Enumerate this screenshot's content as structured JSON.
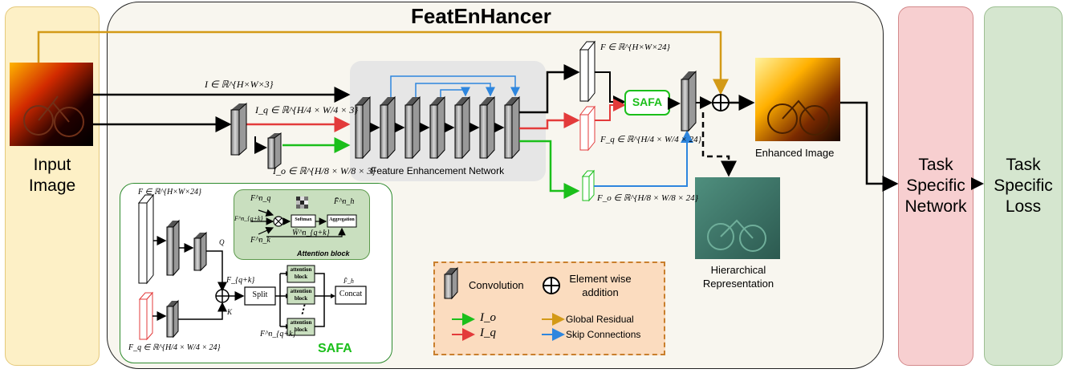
{
  "title": "FeatEnHancer",
  "input": {
    "line1": "Input",
    "line2": "Image"
  },
  "task_network": {
    "line1": "Task",
    "line2": "Specific",
    "line3": "Network"
  },
  "task_loss": {
    "line1": "Task",
    "line2": "Specific",
    "line3": "Loss"
  },
  "fen_label": "Feature Enhancement Network",
  "safa_badge": "SAFA",
  "safa_panel_title": "SAFA",
  "enhanced_label": "Enhanced Image",
  "hier_label": {
    "line1": "Hierarchical",
    "line2": "Representation"
  },
  "labels": {
    "I": "I ∈ ℝ^{H×W×3}",
    "Iq": "I_q ∈ ℝ^{H/4 × W/4 × 3}",
    "Io": "I_o ∈ ℝ^{H/8 × W/8 × 3}",
    "F": "F ∈ ℝ^{H×W×24}",
    "Fq": "F_q ∈ ℝ^{H/4 × W/4 × 24}",
    "Fo": "F_o ∈ ℝ^{H/8 × W/8 × 24}"
  },
  "safa": {
    "F": "F ∈ ℝ^{H×W×24}",
    "Fq": "F_q ∈ ℝ^{H/4 × W/4 × 24}",
    "Q": "Q",
    "K": "K",
    "Fqk": "F_{q+k}",
    "split": "Split",
    "concat": "Concat",
    "attention_block": [
      "attention",
      "block"
    ],
    "Fh": "F̂_h",
    "Fnqk": "F^n_{q+k}",
    "dots": "⋮"
  },
  "attention": {
    "title": "Attention block",
    "softmax": "Softmax",
    "aggregation": "Aggregation",
    "Fnq": "F^n_q",
    "Fnk": "F^n_k",
    "Fnqk": "F^n_{q+k}",
    "Wn": "W̄^n_{q+k}",
    "Fhn": "F̄^n_h"
  },
  "legend": {
    "convolution": "Convolution",
    "element_wise": [
      "Element wise",
      "addition"
    ],
    "Io": "I_o",
    "Iq": "I_q",
    "global_residual": "Global Residual",
    "skip": "Skip Connections"
  },
  "colors": {
    "input_panel": "#fdf0c6",
    "main_panel": "#f8f6ef",
    "fen_box": "#e6e6e6",
    "task_network": "#f7cfd0",
    "task_loss": "#d5e6cf",
    "green": "#1bbf1b",
    "red": "#e33b3b",
    "blue": "#2e86de",
    "orange": "#d39a17",
    "safa_panel": "#ffffff",
    "attention_panel": "#c9dfbf",
    "legend_panel": "#fbdcbf"
  }
}
